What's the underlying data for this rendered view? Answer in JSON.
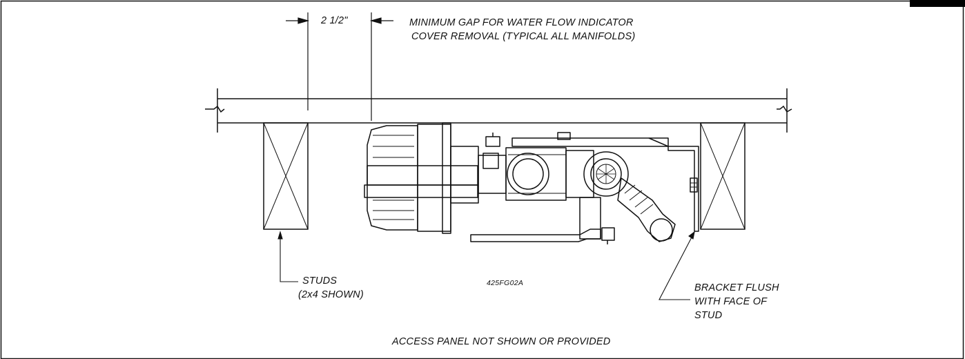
{
  "drawing": {
    "gap_dimension": "2 1/2\"",
    "gap_note_line1": "MINIMUM GAP FOR WATER FLOW INDICATOR",
    "gap_note_line2": "COVER REMOVAL (TYPICAL ALL MANIFOLDS)",
    "studs_line1": "STUDS",
    "studs_line2": "(2x4 SHOWN)",
    "drawing_number": "425FG02A",
    "bracket_line1": "BRACKET FLUSH",
    "bracket_line2": "WITH FACE OF",
    "bracket_line3": "STUD",
    "access_note": "ACCESS PANEL NOT SHOWN OR PROVIDED"
  },
  "colors": {
    "line": "#111111",
    "background": "#ffffff",
    "corner_tab": "#000000"
  }
}
